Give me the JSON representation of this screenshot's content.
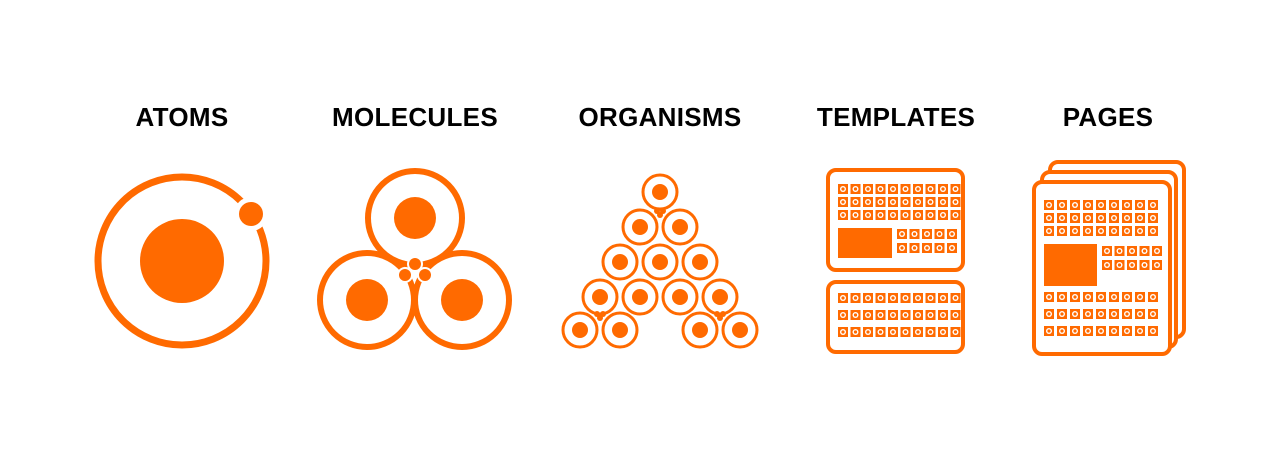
{
  "accent_color": "#ff6a00",
  "stages": [
    {
      "id": "atoms",
      "label": "ATOMS",
      "icon": "atom-icon"
    },
    {
      "id": "molecules",
      "label": "MOLECULES",
      "icon": "molecule-icon"
    },
    {
      "id": "organisms",
      "label": "ORGANISMS",
      "icon": "organism-icon"
    },
    {
      "id": "templates",
      "label": "TEMPLATES",
      "icon": "template-icon"
    },
    {
      "id": "pages",
      "label": "PAGES",
      "icon": "pages-icon"
    }
  ]
}
